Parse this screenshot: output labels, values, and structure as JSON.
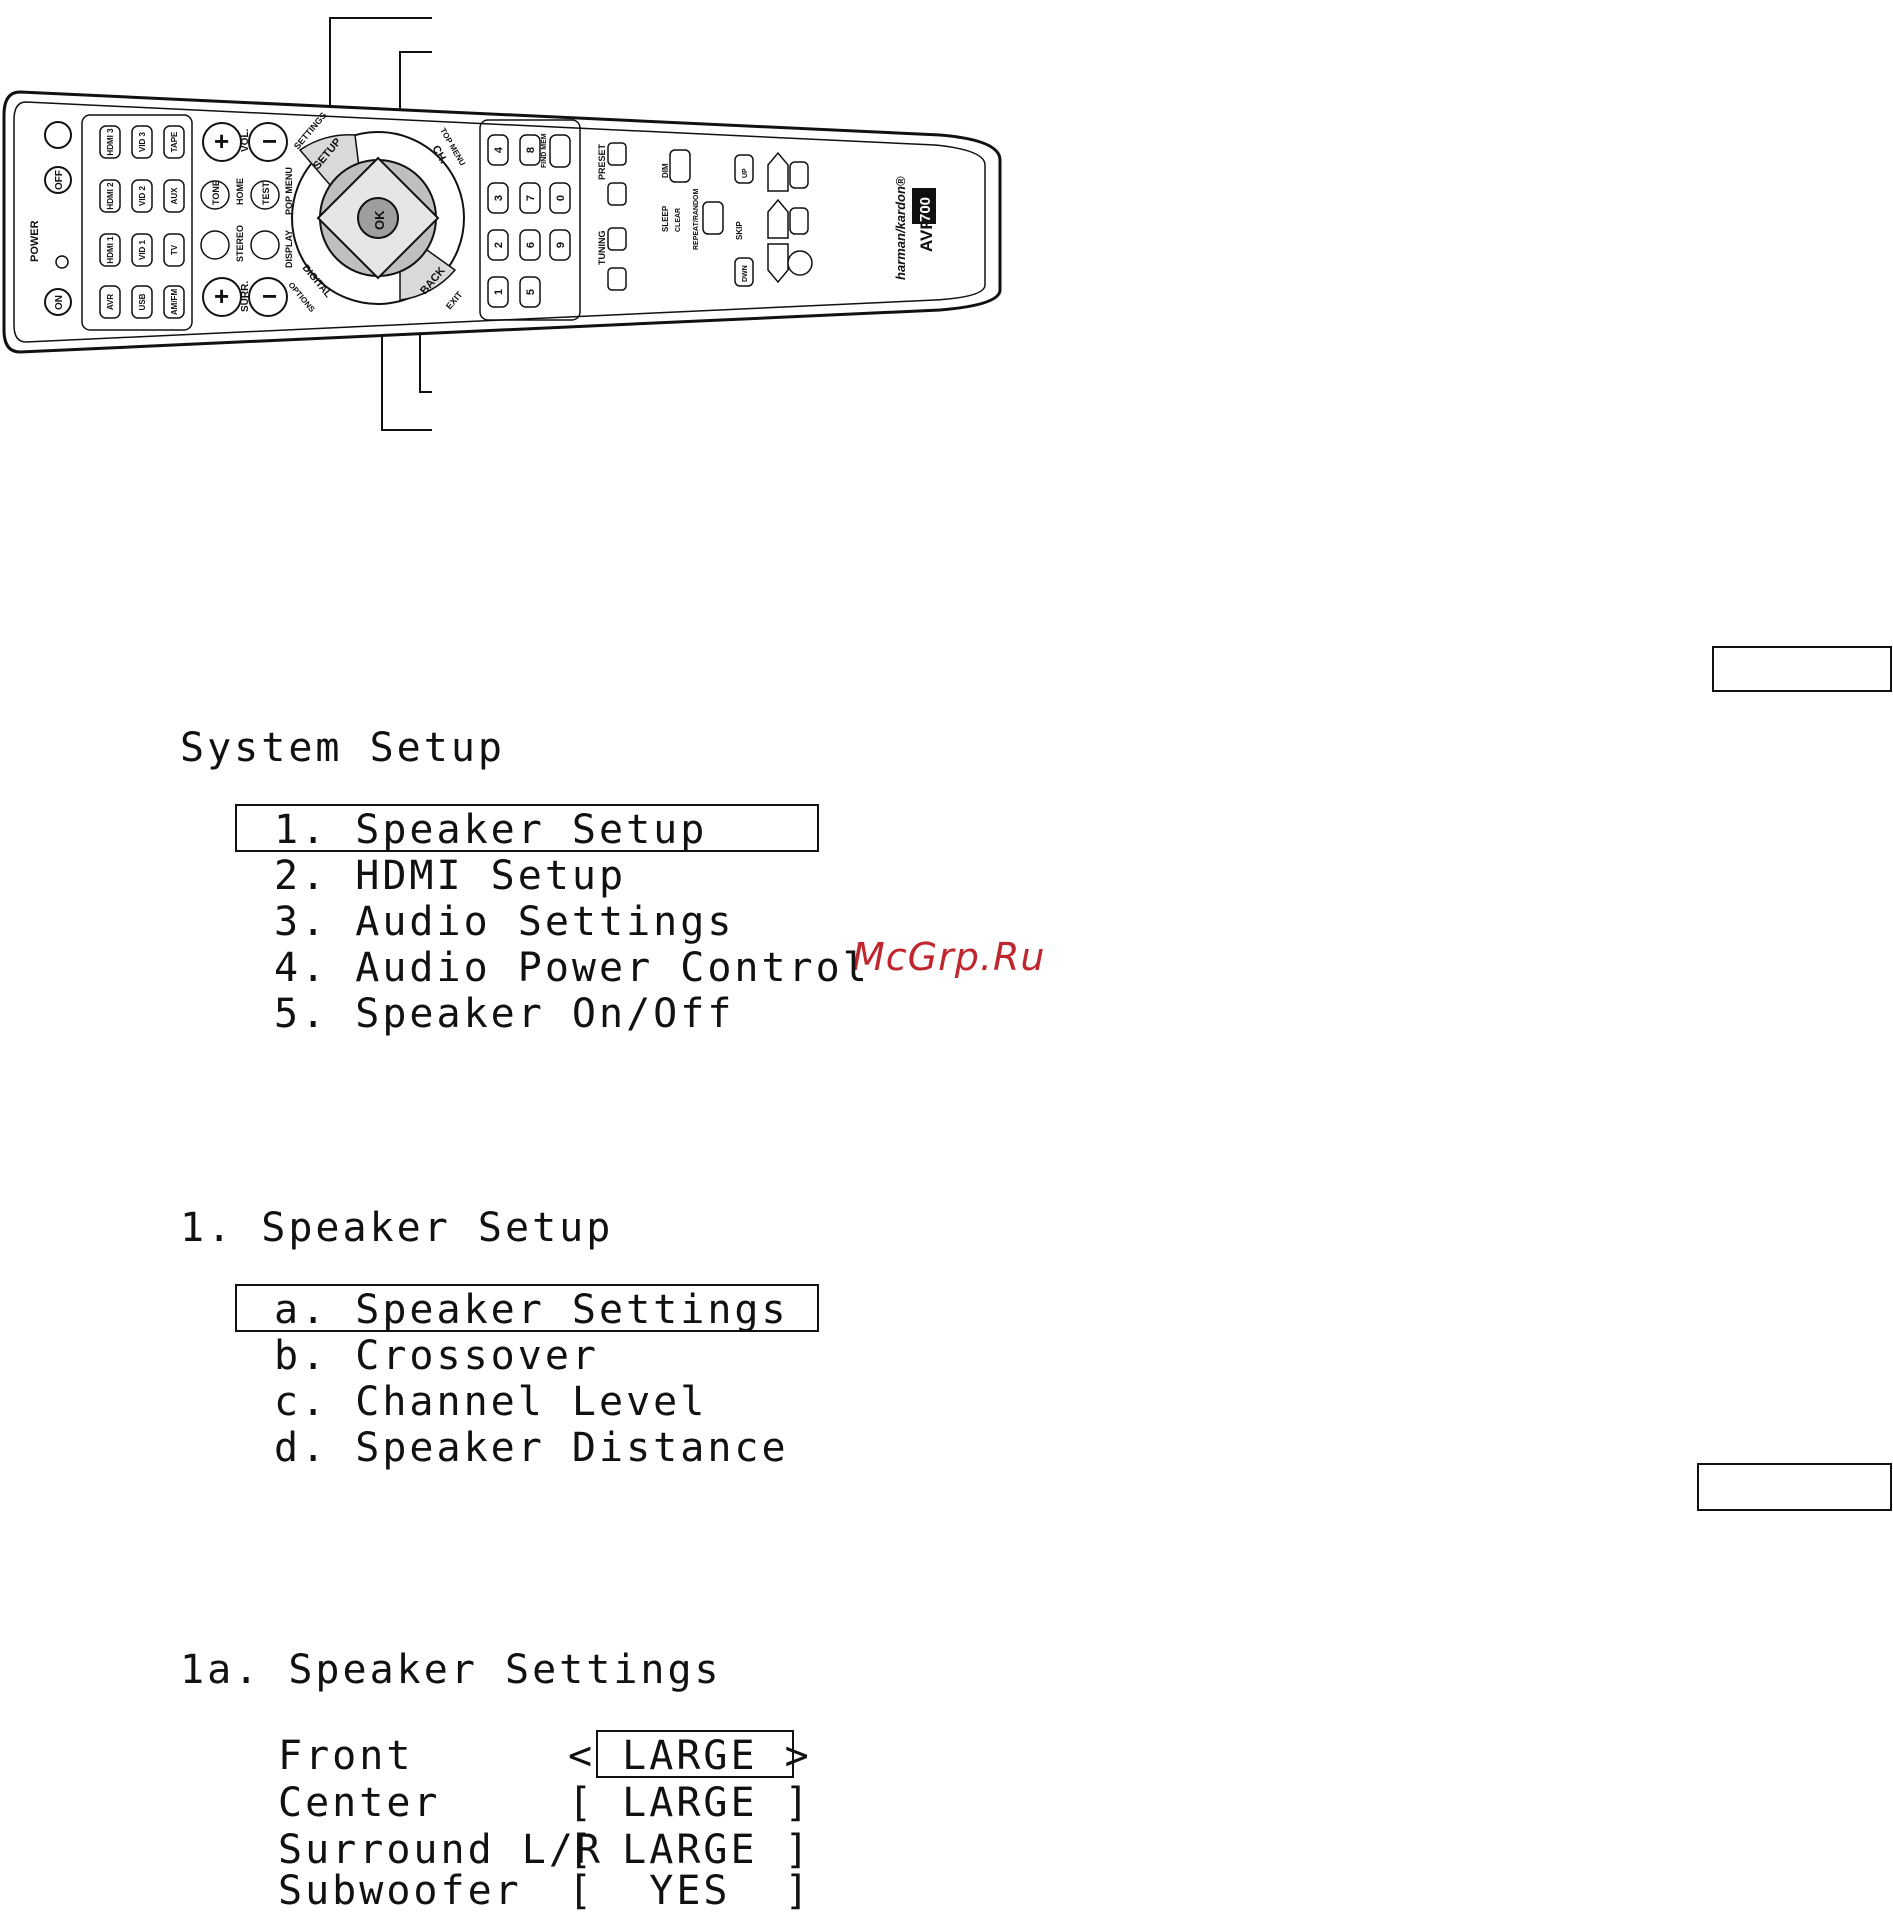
{
  "remote": {
    "brand": "harman/kardon®",
    "model": "AVR",
    "model_number": "700",
    "power_label": "POWER",
    "on_label": "ON",
    "off_label": "OFF",
    "source_buttons": [
      "HDMI 3",
      "VID 3",
      "TAPE",
      "HDMI 2",
      "VID 2",
      "AUX",
      "HDMI 1",
      "VID 1",
      "TV",
      "AVR",
      "USB",
      "AM/FM"
    ],
    "vol_label": "VOL.",
    "surr_label": "SURR.",
    "tone_label": "TONE",
    "home_label": "HOME",
    "test_label": "TEST",
    "stereo_label": "STEREO",
    "settings_label": "SETTINGS",
    "setup_label": "SETUP",
    "pop_menu_label": "POP MENU",
    "display_label": "DISPLAY",
    "digital_label": "DIGITAL",
    "options_label": "OPTIONS",
    "ok_label": "OK",
    "back_label": "BACK",
    "exit_label": "EXIT",
    "ch_label": "CH.",
    "top_menu_label": "TOP MENU",
    "number_keys": [
      "4",
      "8",
      "3",
      "7",
      "0",
      "2",
      "6",
      "9",
      "1",
      "5"
    ],
    "find_mem_label": "FIND MEM",
    "preset_label": "PRESET",
    "tuning_label": "TUNING",
    "dim_label": "DIM",
    "sleep_label": "SLEEP",
    "clear_label": "CLEAR",
    "repeat_random_label": "REPEAT/RANDOM",
    "skip_label": "SKIP",
    "up_label": "UP",
    "dwn_label": "DWN"
  },
  "system_setup": {
    "title": "System Setup",
    "items": [
      "1. Speaker Setup",
      "2. HDMI Setup",
      "3. Audio Settings",
      "4. Audio Power Control",
      "5. Speaker On/Off"
    ]
  },
  "speaker_setup": {
    "title": "1. Speaker Setup",
    "items": [
      "a. Speaker Settings",
      "b. Crossover",
      "c. Channel Level",
      "d. Speaker Distance"
    ]
  },
  "speaker_settings": {
    "title": "1a. Speaker Settings",
    "rows": [
      {
        "label": "Front",
        "value": "< LARGE >"
      },
      {
        "label": "Center",
        "value": "[ LARGE ]"
      },
      {
        "label": "Surround L/R",
        "value": "[ LARGE ]"
      },
      {
        "label": "Subwoofer",
        "value": "[  YES  ]"
      }
    ]
  },
  "watermark": "McGrp.Ru"
}
